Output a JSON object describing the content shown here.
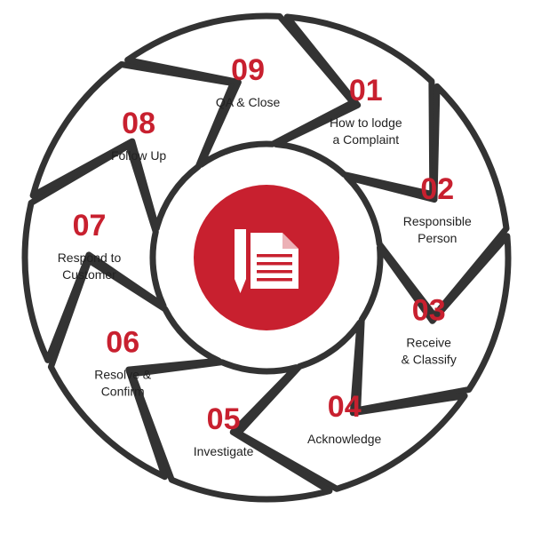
{
  "colors": {
    "accent": "#c8202f",
    "outline": "#333333",
    "text": "#222222",
    "background": "#ffffff"
  },
  "center_icon": "document-pencil-icon",
  "steps": [
    {
      "number": "01",
      "lines": [
        "How to lodge",
        "a Complaint"
      ]
    },
    {
      "number": "02",
      "lines": [
        "Responsible",
        "Person"
      ]
    },
    {
      "number": "03",
      "lines": [
        "Receive",
        "& Classify"
      ]
    },
    {
      "number": "04",
      "lines": [
        "Acknowledge"
      ]
    },
    {
      "number": "05",
      "lines": [
        "Investigate"
      ]
    },
    {
      "number": "06",
      "lines": [
        "Resolve &",
        "Confirm"
      ]
    },
    {
      "number": "07",
      "lines": [
        "Respond to",
        "Customer"
      ]
    },
    {
      "number": "08",
      "lines": [
        "Follow Up"
      ]
    },
    {
      "number": "09",
      "lines": [
        "QA & Close"
      ]
    }
  ]
}
